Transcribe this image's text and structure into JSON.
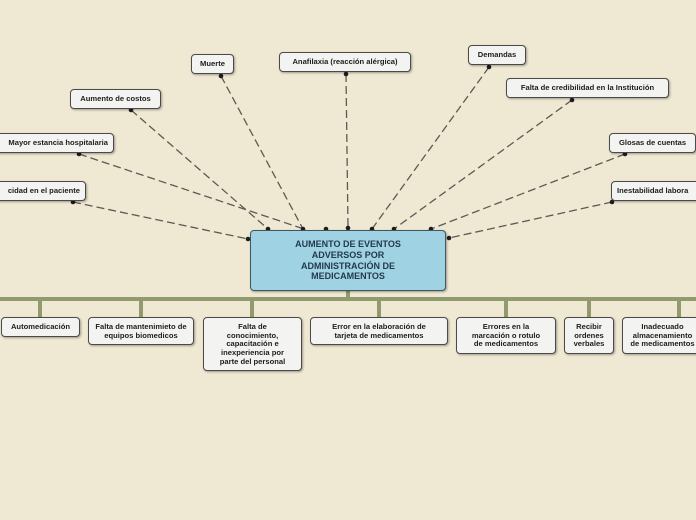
{
  "central": {
    "label": "AUMENTO DE EVENTOS ADVERSOS POR ADMINISTRACIÓN DE MEDICAMENTOS"
  },
  "effects": [
    {
      "id": "efecto-muerte",
      "label": "Muerte"
    },
    {
      "id": "efecto-anafilaxia",
      "label": "Anafilaxia (reacción alérgica)"
    },
    {
      "id": "efecto-demandas",
      "label": "Demandas"
    },
    {
      "id": "efecto-aumento-costos",
      "label": "Aumento de costos"
    },
    {
      "id": "efecto-falta-credibilidad",
      "label": "Falta de credibilidad en la Institución"
    },
    {
      "id": "efecto-mayor-estancia",
      "label": "Mayor estancia hospitalaria"
    },
    {
      "id": "efecto-glosas",
      "label": "Glosas de cuentas"
    },
    {
      "id": "efecto-incapacidad",
      "label": "cidad en el paciente"
    },
    {
      "id": "efecto-inestabilidad",
      "label": "Inestabilidad labora"
    }
  ],
  "causes": [
    {
      "id": "causa-automedicacion",
      "label": "Automedicación"
    },
    {
      "id": "causa-mantenimiento",
      "label": "Falta de mantenimieto de equipos biomedicos"
    },
    {
      "id": "causa-conocimiento",
      "label": "Falta de conocimiento, capacitación e inexperiencia por parte del personal"
    },
    {
      "id": "causa-tarjeta",
      "label": "Error en la elaboración de tarjeta de medicamentos"
    },
    {
      "id": "causa-marcacion",
      "label": "Errores en la marcación o rotulo de medicamentos"
    },
    {
      "id": "causa-ordenes",
      "label": "Recibir ordenes verbales"
    },
    {
      "id": "causa-almacenamiento",
      "label": "Inadecuado almacenamiento de medicamentos"
    }
  ],
  "colors": {
    "background": "#efe8d2",
    "central_fill": "#9fd3e3",
    "node_fill": "#f3f3f1",
    "connector_dashed": "#5b5a55",
    "bracket": "#919b6d"
  }
}
